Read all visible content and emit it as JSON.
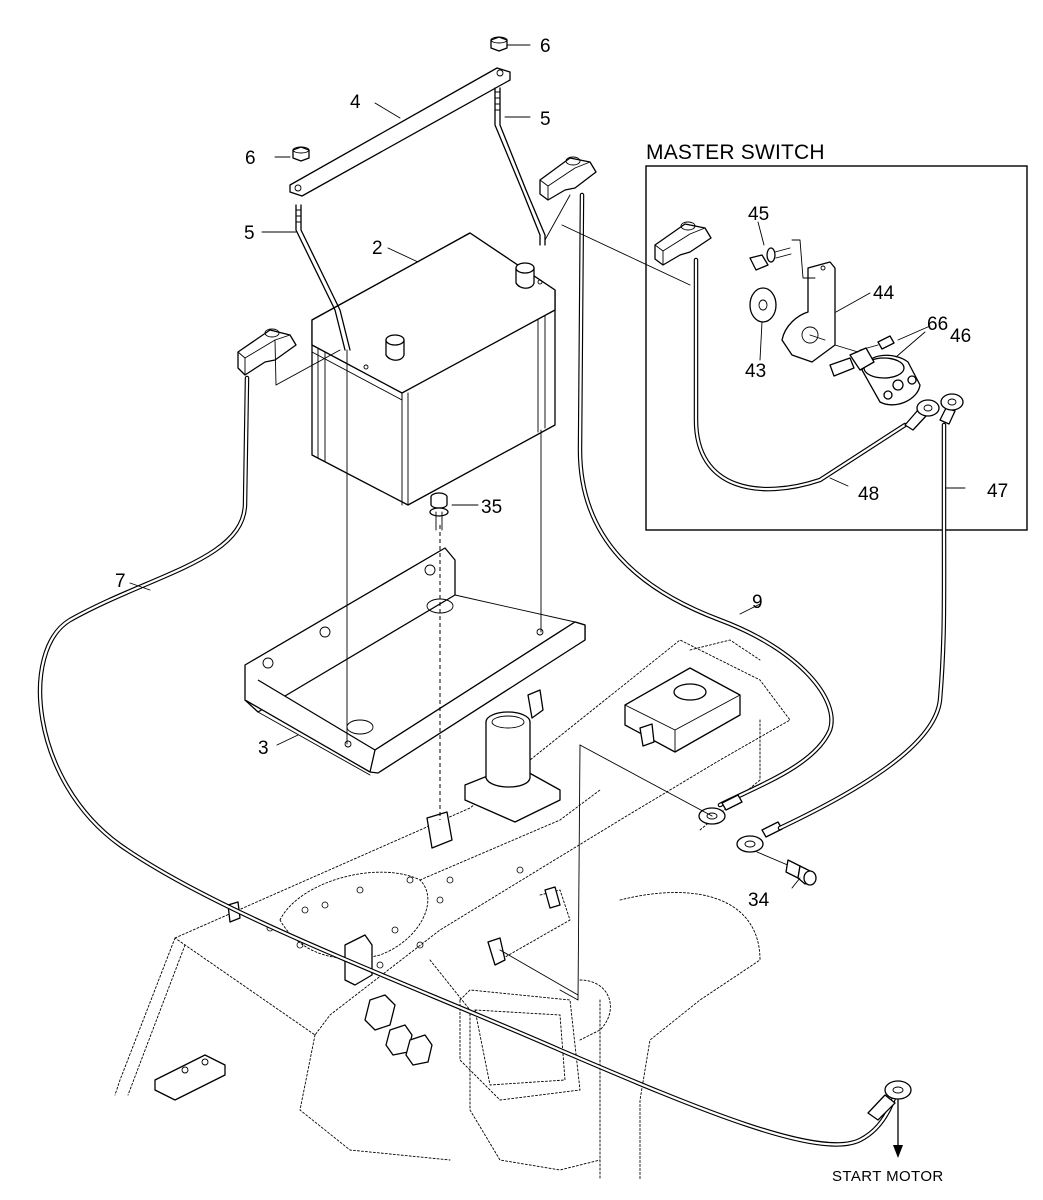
{
  "section_title": "MASTER SWITCH",
  "callouts": {
    "p2": "2",
    "p3": "3",
    "p4": "4",
    "p5a": "5",
    "p5b": "5",
    "p6a": "6",
    "p6b": "6",
    "p7": "7",
    "p9": "9",
    "p34": "34",
    "p35": "35",
    "p43": "43",
    "p44": "44",
    "p45": "45",
    "p46": "46",
    "p47": "47",
    "p48": "48",
    "p66": "66"
  },
  "destination_label": "START MOTOR"
}
